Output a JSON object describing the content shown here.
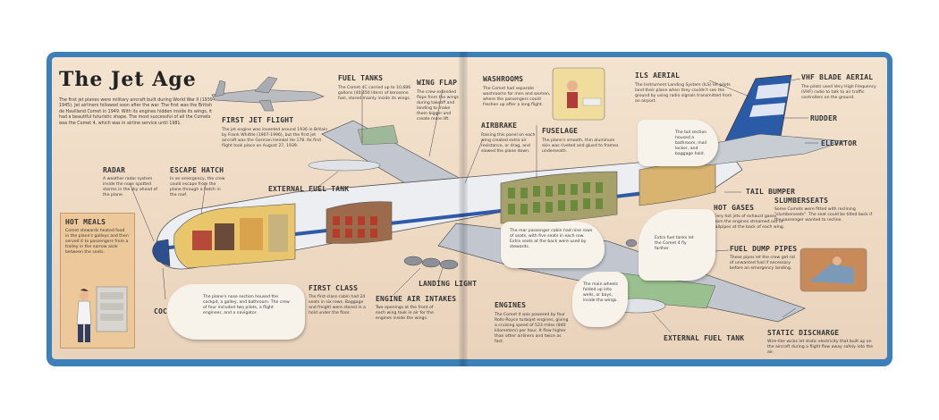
{
  "title": "The Jet Age",
  "intro": "The first jet planes were military aircraft built during World War II (1939-1945). Jet airliners followed soon after the war. The first was the British de Havilland Comet in 1949. With its engines hidden inside its wings, it had a beautiful futuristic shape. The most successful of all the Comets was the Comet 4, which was in airline service until 1981.",
  "labels": {
    "first_flight": {
      "heading": "First jet flight",
      "body": "The jet engine was invented around 1936 in Britain by Frank Whittle (1907-1996), but the first jet aircraft was the German Heinkel He 178. Its first flight took place on August 27, 1939."
    },
    "fuel_tanks": {
      "heading": "Fuel tanks",
      "body": "The Comet 4C carried up to 10,686 gallons (40,450 liters) of kerosene fuel, stored mainly inside its wings."
    },
    "wing_flap": {
      "heading": "Wing flap",
      "body": "The crew extended flaps from the wings during takeoff and landing to make them bigger and create more lift."
    },
    "washrooms": {
      "heading": "Washrooms",
      "body": "The Comet had separate washrooms for men and women, where the passengers could freshen up after a long flight."
    },
    "airbrake": {
      "heading": "Airbrake",
      "body": "Raising this panel on each wing created extra air resistance, or drag, and slowed the plane down."
    },
    "fuselage": {
      "heading": "Fuselage",
      "body": "The plane's smooth, thin aluminum skin was riveted and glued to frames underneath."
    },
    "ils_aerial": {
      "heading": "ILS aerial",
      "body": "The Instrument Landing System (ILS) let pilots land their plane when they couldn't see the ground by using radio signals transmitted from an airport."
    },
    "vhf_aerial": {
      "heading": "VHF blade aerial",
      "body": "The pilots used Very High Frequency (VHF) radio to talk to air traffic controllers on the ground."
    },
    "rudder": {
      "heading": "Rudder"
    },
    "elevator": {
      "heading": "Elevator"
    },
    "radar": {
      "heading": "Radar",
      "body": "A weather radar system inside the nose spotted storms in the sky ahead of the plane."
    },
    "escape_hatch": {
      "heading": "Escape hatch",
      "body": "In an emergency, the crew could escape from the plane through a hatch in the roof."
    },
    "external_fuel_tank_top": {
      "heading": "External fuel tank"
    },
    "tail_bumper": {
      "heading": "Tail bumper"
    },
    "hot_gases": {
      "heading": "Hot gases",
      "body": "Fiery hot jets of exhaust gases from the engines streamed out of tailpipes at the back of each wing."
    },
    "slumberseats": {
      "heading": "Slumberseats",
      "body": "Some Comets were fitted with reclining \"slumberseats\". The seat could be tilted back if the passenger wanted to recline."
    },
    "fuel_dump": {
      "heading": "Fuel dump pipes",
      "body": "These pipes let the crew get rid of unwanted fuel if necessary before an emergency landing."
    },
    "hot_meals": {
      "heading": "Hot meals",
      "body": "Comet stewards heated food in the plane's galleys and then served it to passengers from a trolley in the narrow aisle between the seats."
    },
    "first_class": {
      "heading": "First class",
      "body": "The first-class cabin had 24 seats in six rows. Baggage and freight were stored in a hold under the floor."
    },
    "cockpit": {
      "heading": "Cockpit"
    },
    "engine_intakes": {
      "heading": "Engine air intakes",
      "body": "Two openings at the front of each wing took in air for the engines inside the wings."
    },
    "landing_light": {
      "heading": "Landing light"
    },
    "engines": {
      "heading": "Engines",
      "body": "The Comet 4 was powered by four Rolls-Royce turbojet engines, giving a cruising speed of 523 miles (840 kilometers) per hour. It flew higher than other airliners and twice as fast."
    },
    "external_fuel_tank_bottom": {
      "heading": "External fuel tank"
    },
    "static_discharge": {
      "heading": "Static discharge",
      "body": "Wire-like wicks let static electricity that built up on the aircraft during a flight flow away safely into the air."
    }
  },
  "flaps": {
    "nose": "The plane's nose section housed the cockpit, a galley, and bathroom. The crew of four included two pilots, a flight engineer, and a navigator.",
    "rear_cabin": "The rear passenger cabin had nine rows of seats, with five seats in each row. Extra seats at the back were used by stewards.",
    "tail": "The tail section housed a bathroom, mail locker, and baggage hold.",
    "wing_tank": "Extra fuel tanks let the Comet 4 fly farther.",
    "main_wheels": "The main wheels folded up into wells, or bays, inside the wings."
  },
  "colors": {
    "page": "#efdac4",
    "board": "#3d7fb8",
    "stripe": "#2f5aa8",
    "tail": "#2b5aa6",
    "flap": "#f7f3ea"
  }
}
